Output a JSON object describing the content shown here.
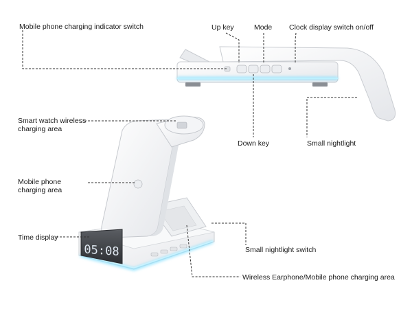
{
  "labels": {
    "mobile_indicator_switch": "Mobile phone charging indicator switch",
    "up_key": "Up key",
    "mode": "Mode",
    "clock_display_switch": "Clock display switch on/off",
    "down_key": "Down key",
    "small_nightlight": "Small nightlight",
    "smart_watch_area": "Smart watch wireless charging area",
    "mobile_charging_area": "Mobile phone charging area",
    "time_display": "Time display",
    "small_nightlight_switch": "Small nightlight switch",
    "wireless_earphone_area": "Wireless Earphone/Mobile phone charging area"
  },
  "clock": {
    "time": "05:08"
  },
  "colors": {
    "accent_glow": "#8fe3ff",
    "body": "#f4f5f7",
    "leader": "#333333"
  }
}
